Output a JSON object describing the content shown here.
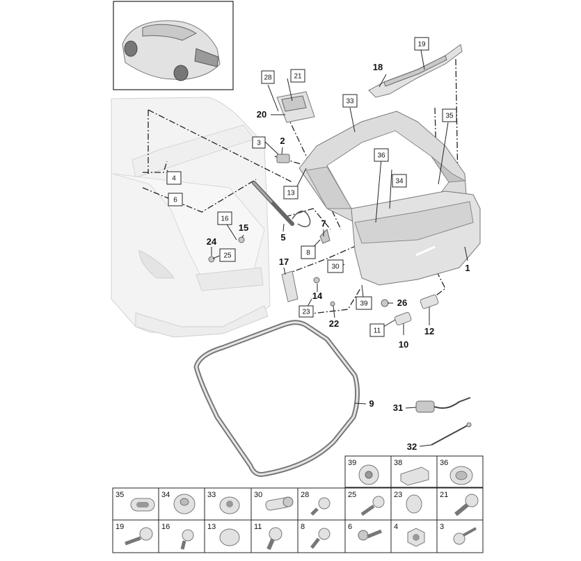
{
  "callouts": {
    "c1": "1",
    "c2": "2",
    "c3": "3",
    "c4": "4",
    "c5": "5",
    "c6": "6",
    "c7": "7",
    "c8": "8",
    "c9": "9",
    "c10": "10",
    "c11": "11",
    "c12": "12",
    "c13": "13",
    "c14": "14",
    "c15": "15",
    "c16": "16",
    "c17": "17",
    "c18": "18",
    "c19": "19",
    "c20": "20",
    "c21": "21",
    "c22": "22",
    "c23": "23",
    "c24": "24",
    "c25": "25",
    "c26": "26",
    "c28": "28",
    "c30": "30",
    "c31": "31",
    "c32": "32",
    "c33": "33",
    "c34": "34",
    "c35": "35",
    "c36": "36",
    "c39": "39"
  },
  "legend": {
    "row_top": [
      "39",
      "38",
      "36"
    ],
    "row_mid": [
      "35",
      "34",
      "33",
      "30",
      "28",
      "25",
      "23",
      "21"
    ],
    "row_bot": [
      "19",
      "16",
      "13",
      "11",
      "8",
      "6",
      "4",
      "3"
    ]
  }
}
